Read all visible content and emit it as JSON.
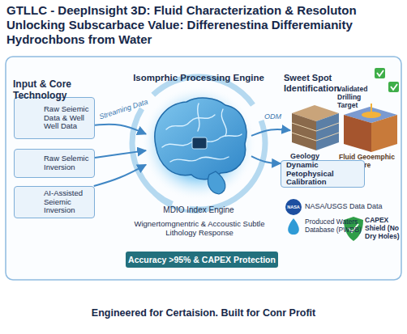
{
  "diagram": {
    "title": "GTLLC - DeepInsight 3D: Fluid Characterization & Resoluton Unlocking Subscarbace Value: Differenestina Differemianity Hydrochbons from Water",
    "caption": "Engineered for Certaision. Built for Conr Profit",
    "nodes": [
      {
        "text": [
          "Raw Seiemic Data & Well Well Data"
        ]
      },
      {
        "text": [
          "Raw Selemic Inversion"
        ]
      },
      {
        "text": [
          "AI-Assisted Seiemic Inversion"
        ]
      },
      {
        "text": [
          "Isomprhic Processing Engine"
        ]
      },
      {
        "text": [
          "Geology"
        ]
      },
      {
        "text": [
          "Validated Drilling Target",
          "Fluid Geoemphic Signature"
        ]
      },
      {
        "text": [
          "Dynamic Petophysical Calibration"
        ]
      },
      {
        "text": [
          "Accuracy >95% & CAPEX Protection"
        ]
      }
    ],
    "edges": [
      {
        "from": 0,
        "to": 3,
        "arrow": "to",
        "label": "Streaming Data"
      },
      {
        "from": 1,
        "to": 3,
        "arrow": "to"
      },
      {
        "from": 2,
        "to": 3,
        "arrow": "to"
      },
      {
        "from": 3,
        "to": 4,
        "arrow": "to",
        "label": "ODM"
      },
      {
        "from": 3,
        "to": 6,
        "arrow": "to"
      }
    ],
    "labels": [
      "Input & Core Technology",
      "Sweet Spot Identification",
      "MDIO Index Engine",
      "Wignertomgnentric & Accoustic Subtle Lithology Response",
      "NASA",
      "NASA/USGS Data Data",
      "Produced Waters Database (PWDB)",
      "CAPEX Shield (No Dry Holes)"
    ]
  }
}
